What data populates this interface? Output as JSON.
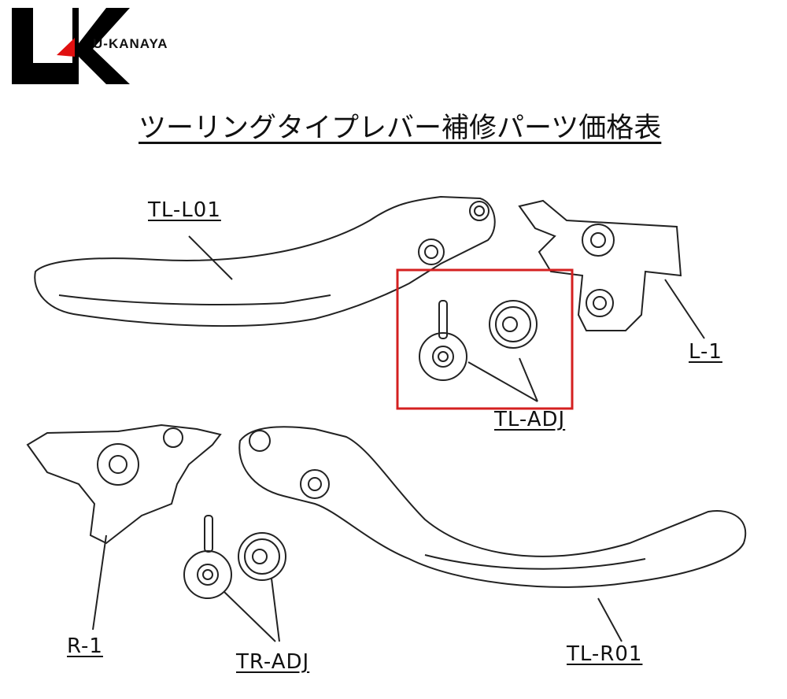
{
  "logo": {
    "brand": "U-KANAYA",
    "mark": "UK"
  },
  "title": "ツーリングタイプレバー補修パーツ価格表",
  "labels": {
    "tl_l01": "TL-L01",
    "l_1": "L-1",
    "tl_adj": "TL-ADJ",
    "r_1": "R-1",
    "tr_adj": "TR-ADJ",
    "tl_r01": "TL-R01"
  },
  "colors": {
    "accent": "#e01010",
    "highlight_box": "#d42020",
    "line": "#222222"
  }
}
